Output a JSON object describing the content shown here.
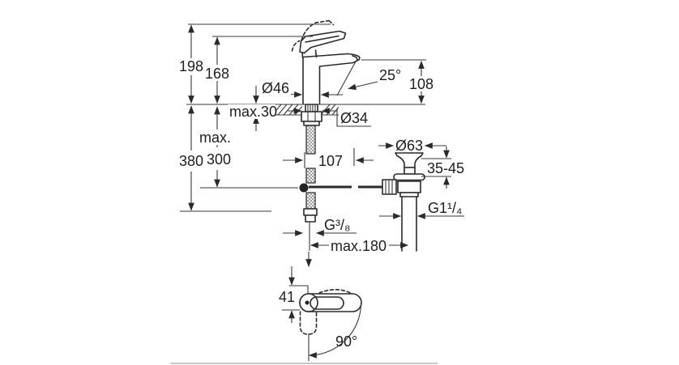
{
  "drawing": {
    "kind": "single-lever basin mixer installation drawing with pop-up waste",
    "views": [
      "front elevation with mounting depths",
      "top view with handle swivel"
    ],
    "colors": {
      "line": "#2a2a2a",
      "text": "#1e1e1e",
      "divider": "#c5cac5",
      "background": "#ffffff"
    }
  },
  "dims": {
    "overall_height": "198",
    "lever_height": "168",
    "spout_height": "108",
    "spout_angle": "25°",
    "body_diameter": "Ø46",
    "deck_thickness": "max.30",
    "hole_diameter": "Ø34",
    "spout_reach": "107",
    "below_max_prefix": "max.",
    "below_max_value": "300",
    "below_overall": "380",
    "drain_flange_diameter": "Ø63",
    "drain_clamp_range": "35-45",
    "drain_thread": "G1¹/₄",
    "supply_thread": "G³/₈",
    "center_distance": "max.180",
    "handle_width": "41",
    "swivel_angle": "90°"
  }
}
